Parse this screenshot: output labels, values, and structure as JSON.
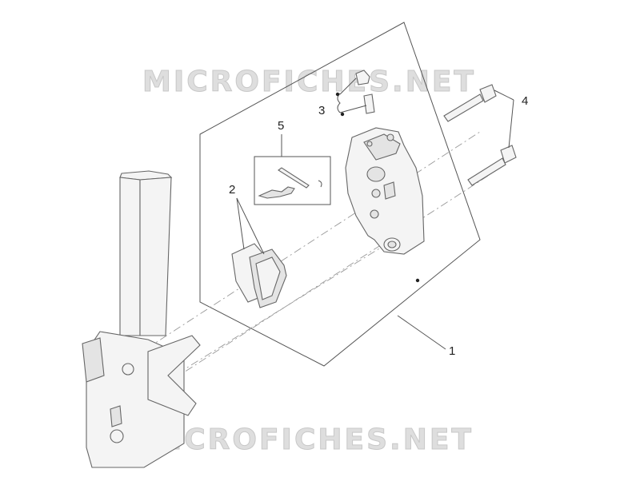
{
  "watermark": {
    "top_text": "MICROFICHES.NET",
    "bottom_text": "MICROFICHES.NET",
    "color": "#dedede"
  },
  "callouts": {
    "c1": "1",
    "c2": "2",
    "c3": "3",
    "c4": "4",
    "c5": "5"
  },
  "colors": {
    "line": "#555555",
    "part_fill": "#f4f4f4"
  }
}
